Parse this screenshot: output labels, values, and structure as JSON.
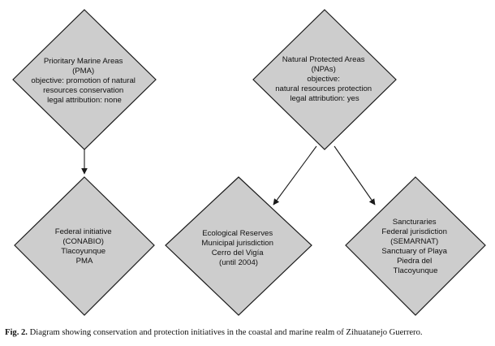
{
  "nodes": [
    {
      "id": "pma",
      "lines": [
        "Prioritary Marine Areas",
        "(PMA)",
        "objective: promotion of natural",
        "resources conservation",
        "legal attribution: none"
      ]
    },
    {
      "id": "npa",
      "lines": [
        "Natural Protected Areas",
        "(NPAs)",
        "objective:",
        "natural resources protection",
        "legal attribution: yes"
      ]
    },
    {
      "id": "federal",
      "lines": [
        "Federal initiative",
        "(CONABIO)",
        "Tlacoyunque",
        "PMA"
      ]
    },
    {
      "id": "eco",
      "lines": [
        "Ecological Reserves",
        "Municipal jurisdiction",
        "Cerro del Vigía",
        "(until 2004)"
      ]
    },
    {
      "id": "sanct",
      "lines": [
        "Sancturaries",
        "Federal jurisdiction",
        "(SEMARNAT)",
        "Sanctuary of Playa",
        "Piedra del",
        "Tlacoyunque"
      ]
    }
  ],
  "edges": [
    {
      "from": "pma",
      "to": "federal"
    },
    {
      "from": "npa",
      "to": "eco"
    },
    {
      "from": "npa",
      "to": "sanct"
    }
  ],
  "caption": {
    "label": "Fig. 2.",
    "text": " Diagram showing conservation and protection initiatives in the coastal and marine realm of Zihuatanejo Guerrero."
  }
}
